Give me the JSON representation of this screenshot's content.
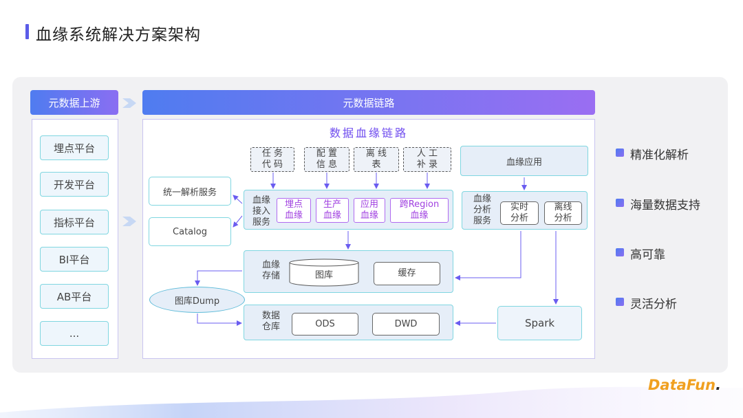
{
  "title": "血缘系统解决方案架构",
  "headers": {
    "upstream": "元数据上游",
    "chain": "元数据链路"
  },
  "upstream_items": [
    "埋点平台",
    "开发平台",
    "指标平台",
    "BI平台",
    "AB平台",
    "..."
  ],
  "chain_title": "数据血缘链路",
  "sources": [
    {
      "l1": "任 务",
      "l2": "代 码"
    },
    {
      "l1": "配 置",
      "l2": "信 息"
    },
    {
      "l1": "离 线",
      "l2": "表"
    },
    {
      "l1": "人 工",
      "l2": "补 录"
    }
  ],
  "left_services": {
    "parse": "统一解析服务",
    "catalog": "Catalog"
  },
  "ingest": {
    "label_l1": "血缘",
    "label_l2": "接入",
    "label_l3": "服务",
    "items": [
      {
        "l1": "埋点",
        "l2": "血缘"
      },
      {
        "l1": "生产",
        "l2": "血缘"
      },
      {
        "l1": "应用",
        "l2": "血缘"
      },
      {
        "l1": "跨Region",
        "l2": "血缘"
      }
    ]
  },
  "app": {
    "label": "血缘应用"
  },
  "analysis": {
    "label_l1": "血缘",
    "label_l2": "分析",
    "label_l3": "服务",
    "items": [
      {
        "l1": "实时",
        "l2": "分析"
      },
      {
        "l1": "离线",
        "l2": "分析"
      }
    ]
  },
  "storage": {
    "label_l1": "血缘",
    "label_l2": "存储",
    "graph": "图库",
    "cache": "缓存"
  },
  "dump": "图库Dump",
  "warehouse": {
    "label_l1": "数据",
    "label_l2": "仓库",
    "ods": "ODS",
    "dwd": "DWD"
  },
  "spark": "Spark",
  "features": [
    "精准化解析",
    "海量数据支持",
    "高可靠",
    "灵活分析"
  ],
  "brand": {
    "main": "DataFun",
    "dot": "."
  },
  "colors": {
    "accent": "#5b5ce8",
    "cyan_border": "#7fd6e0",
    "purple_text": "#a040e0",
    "brand": "#f0a020"
  }
}
